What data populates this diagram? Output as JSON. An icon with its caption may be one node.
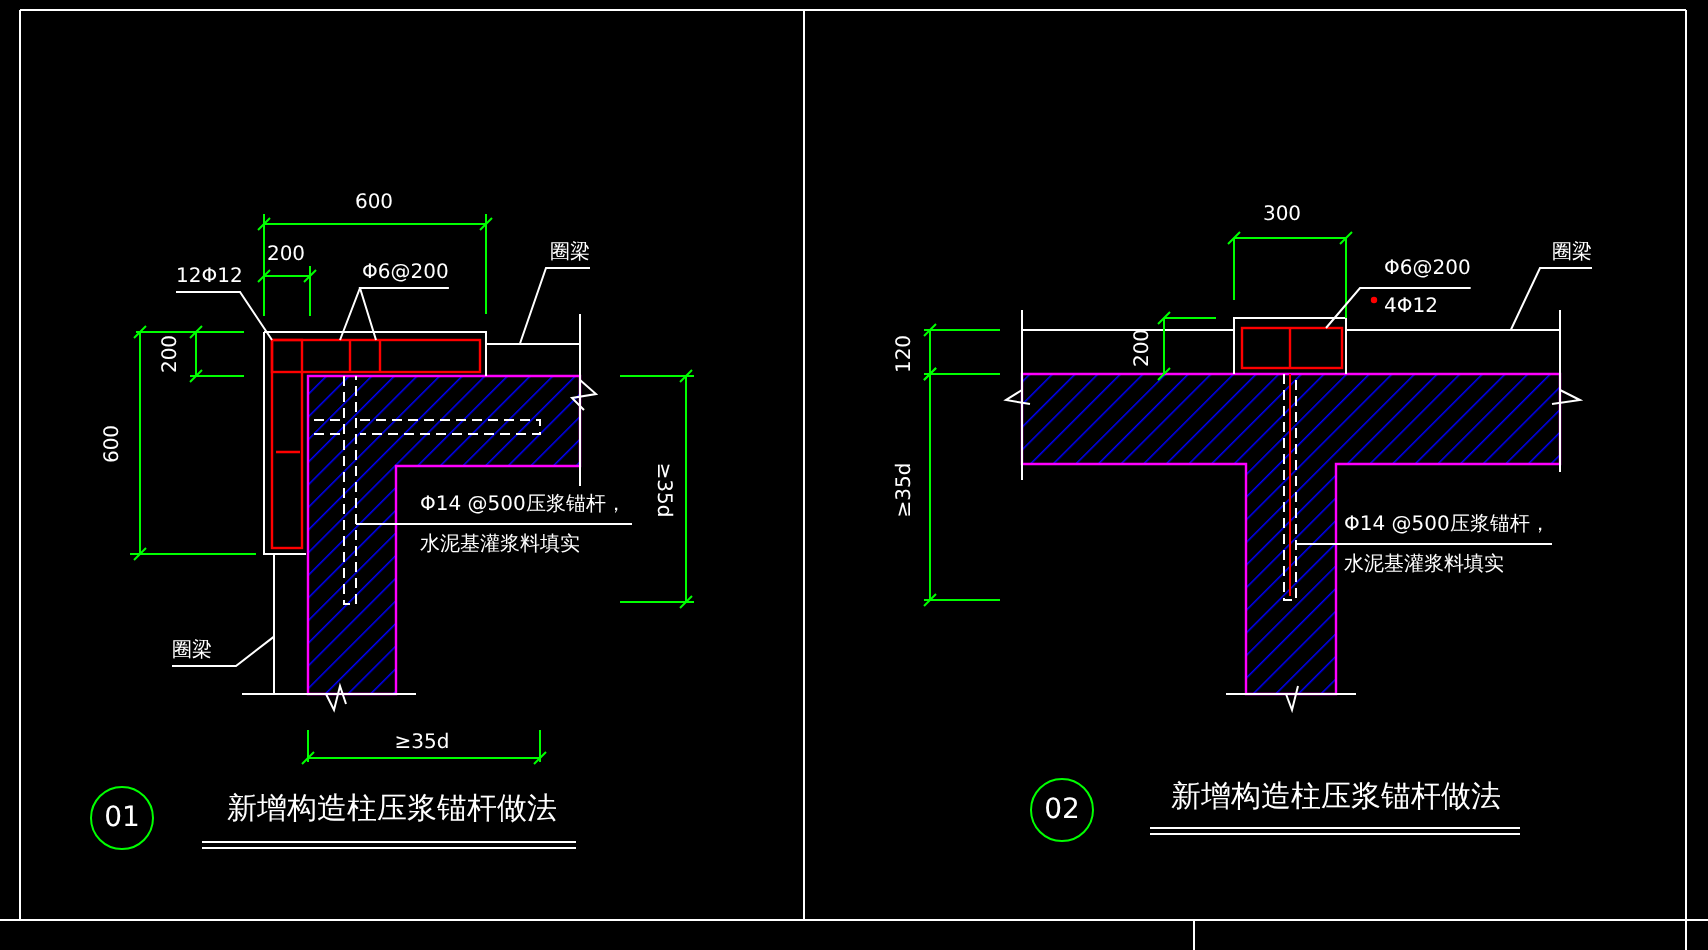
{
  "diagram": {
    "nodes": [
      {
        "text": [
          "01"
        ]
      },
      {
        "text": [
          "02"
        ]
      },
      {
        "text": [
          "12Φ12"
        ]
      },
      {
        "text": [
          "Φ6@200"
        ]
      },
      {
        "text": [
          "圈梁"
        ]
      },
      {
        "text": [
          "Φ14 @500压浆锚杆，水泥基灌浆料填实"
        ]
      },
      {
        "text": [
          "圈梁"
        ]
      },
      {
        "text": [
          "Φ6@200",
          "4Φ12"
        ]
      },
      {
        "text": [
          "Φ14 @500压浆锚杆，水泥基灌浆料填实"
        ]
      },
      {
        "text": [
          "圈梁"
        ]
      },
      {
        "text": [],
        "shape": "box"
      },
      {
        "text": [],
        "shape": "bar"
      },
      {
        "text": [],
        "shape": "bar"
      },
      {
        "text": [],
        "shape": "bar"
      },
      {
        "text": [],
        "shape": "box"
      },
      {
        "text": [],
        "shape": "bar"
      },
      {
        "text": [],
        "shape": "bar"
      }
    ],
    "edges": [
      {
        "from": 2,
        "to": 10,
        "arrow": "none"
      },
      {
        "from": 3,
        "to": 10,
        "arrow": "none"
      },
      {
        "from": 3,
        "to": 10,
        "arrow": "none"
      },
      {
        "from": 4,
        "to": 11,
        "arrow": "none"
      },
      {
        "from": 5,
        "to": 13,
        "arrow": "none"
      },
      {
        "from": 6,
        "to": 12,
        "arrow": "none"
      },
      {
        "from": 7,
        "to": 14,
        "arrow": "none"
      },
      {
        "from": 8,
        "to": 16,
        "arrow": "none"
      },
      {
        "from": 9,
        "to": 15,
        "arrow": "none"
      }
    ],
    "labels": [
      "600",
      "200",
      "200",
      "600",
      "≥35d",
      "≥35d",
      "新增构造柱压浆锚杆做法",
      "300",
      "200",
      "120",
      "≥35d",
      "新增构造柱压浆锚杆做法"
    ]
  }
}
